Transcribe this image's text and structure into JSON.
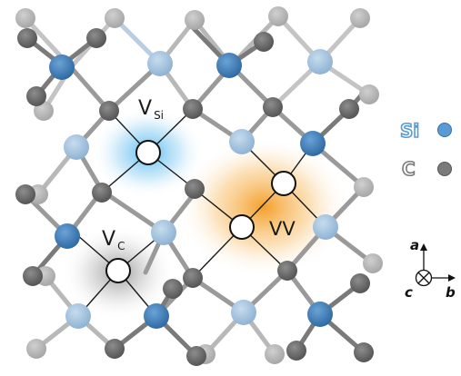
{
  "defect_labels": {
    "v_si_main": "V",
    "v_si_sub": "Si",
    "v_c_main": "V",
    "v_c_sub": "C",
    "vv": "VV"
  },
  "legend": {
    "si_label": "Si",
    "c_label": "C",
    "si_color": "#5b9bd5",
    "c_color": "#7a7a7a"
  },
  "axes": {
    "a": "a",
    "b": "b",
    "c": "c"
  },
  "colors": {
    "si_dark": "#3e78b2",
    "si_light": "#a9c6df",
    "c_dark": "#6b6b6b",
    "c_light": "#b8b8b8",
    "vsi_glow": "#4fb6ee",
    "vc_glow": "#9a9a9a",
    "vv_glow": "#f39a1e"
  }
}
